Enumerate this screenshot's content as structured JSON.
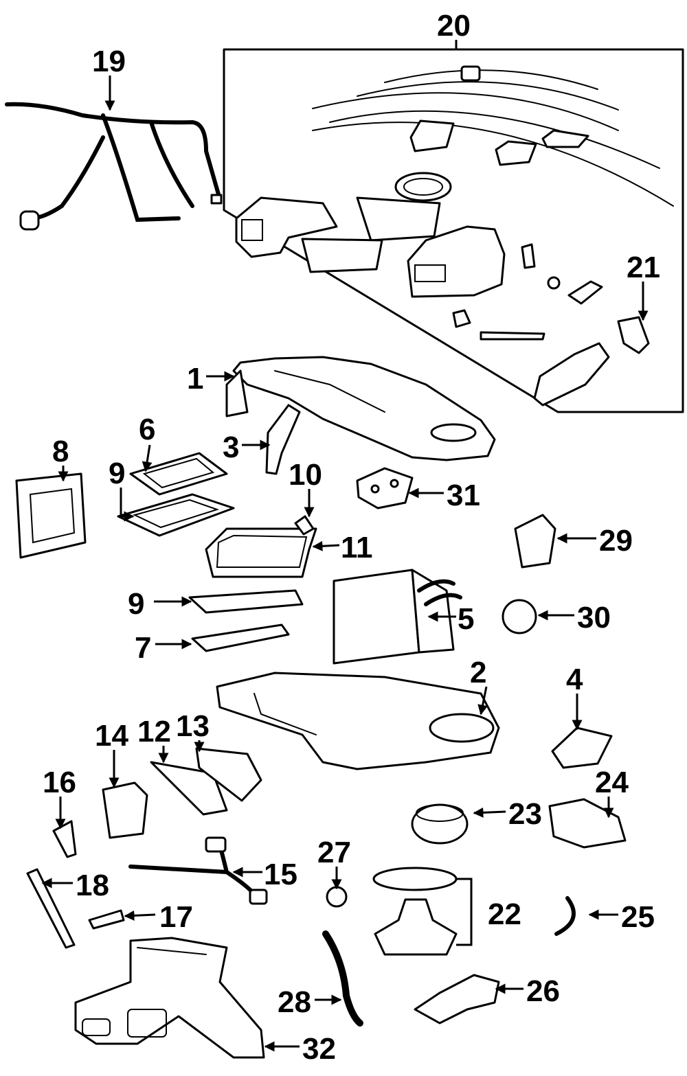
{
  "diagram": {
    "title": "HVAC Heater & A/C Components — Exploded Parts Diagram",
    "callouts": [
      {
        "id": "c1",
        "label": "1"
      },
      {
        "id": "c2",
        "label": "2"
      },
      {
        "id": "c3",
        "label": "3"
      },
      {
        "id": "c4",
        "label": "4"
      },
      {
        "id": "c5",
        "label": "5"
      },
      {
        "id": "c6",
        "label": "6"
      },
      {
        "id": "c7",
        "label": "7"
      },
      {
        "id": "c8",
        "label": "8"
      },
      {
        "id": "c9a",
        "label": "9"
      },
      {
        "id": "c9b",
        "label": "9"
      },
      {
        "id": "c10",
        "label": "10"
      },
      {
        "id": "c11",
        "label": "11"
      },
      {
        "id": "c12",
        "label": "12"
      },
      {
        "id": "c13",
        "label": "13"
      },
      {
        "id": "c14",
        "label": "14"
      },
      {
        "id": "c15",
        "label": "15"
      },
      {
        "id": "c16",
        "label": "16"
      },
      {
        "id": "c17",
        "label": "17"
      },
      {
        "id": "c18",
        "label": "18"
      },
      {
        "id": "c19",
        "label": "19"
      },
      {
        "id": "c20",
        "label": "20"
      },
      {
        "id": "c21",
        "label": "21"
      },
      {
        "id": "c22",
        "label": "22"
      },
      {
        "id": "c23",
        "label": "23"
      },
      {
        "id": "c24",
        "label": "24"
      },
      {
        "id": "c25",
        "label": "25"
      },
      {
        "id": "c26",
        "label": "26"
      },
      {
        "id": "c27",
        "label": "27"
      },
      {
        "id": "c28",
        "label": "28"
      },
      {
        "id": "c29",
        "label": "29"
      },
      {
        "id": "c30",
        "label": "30"
      },
      {
        "id": "c31",
        "label": "31"
      },
      {
        "id": "c32",
        "label": "32"
      }
    ]
  }
}
